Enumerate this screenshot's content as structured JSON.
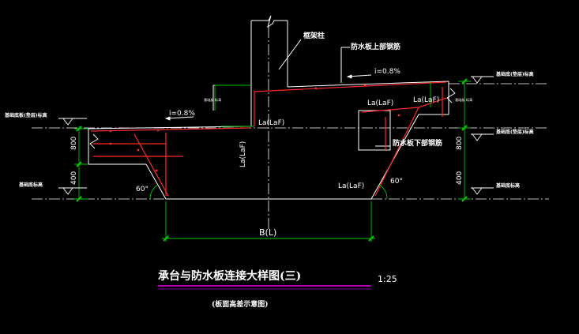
{
  "colors": {
    "background": "#000000",
    "outline": "#ffffff",
    "rebar": "#ff2a2a",
    "dimension": "#00c800",
    "centerline": "#ffffff",
    "title_underline": "#b400b4"
  },
  "drawing": {
    "title": "承台与防水板连接大样图(三)",
    "scale": "1:25",
    "subtitle": "(板面高差示意图)"
  },
  "labels": {
    "column": "框架柱",
    "top_rebar": "防水板上部钢筋",
    "bottom_rebar": "防水板下部钢筋",
    "slope_right": "i=0.8%",
    "slope_left": "i=0.8%",
    "anchor_center": "La(LaF)",
    "anchor_vertical": "La(LaF)",
    "anchor_right_upper": "La(LaF)",
    "anchor_right_top": "La(LaF)",
    "anchor_bottom_left": "La(LaF)",
    "angle_left": "60°",
    "angle_right": "60°",
    "width": "B(L)"
  },
  "dimensions": {
    "left_upper": "800",
    "left_lower": "400",
    "right_upper": "800",
    "right_lower": "400"
  },
  "level_marks": {
    "left_top": "基础底板(垫层)标高",
    "left_bottom": "基础底标高",
    "right_top": "基础底(垫层)标高",
    "right_middle": "基础底(垫层)标高",
    "right_bottom": "基础底标高"
  },
  "small_notes": {
    "note_left": "基础板 标高",
    "note_right": "基础板 标高"
  }
}
